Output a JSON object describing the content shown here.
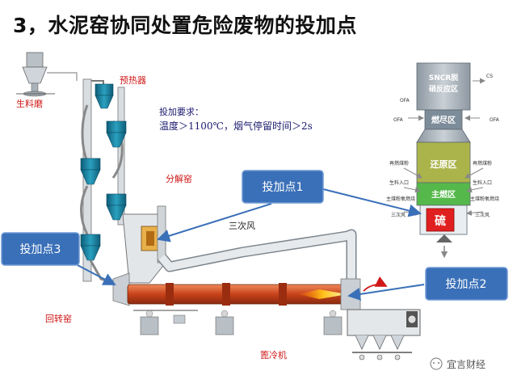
{
  "title": "3，水泥窑协同处置危险废物的投加点",
  "labels": {
    "raw_mill": "生料磨",
    "preheater": "预热器",
    "calciner": "分解窑",
    "tertiary_air": "三次风",
    "rotary_kiln": "回转窑",
    "cooler": "篦冷机"
  },
  "requirements": {
    "heading": "投加要求：",
    "line": "温度＞1100℃，烟气停留时间＞2s"
  },
  "callouts": {
    "point1": "投加点1",
    "point2": "投加点2",
    "point3": "投加点3"
  },
  "calciner_detail": {
    "zones": {
      "snc1": "SNCR脱",
      "snc2": "硝反应区",
      "burnout": "燃尽区",
      "reduction": "还原区",
      "main": "主燃区",
      "sulfur": "硫"
    },
    "side_labels": {
      "ofa_left_upper": "OFA",
      "ofa_right_upper": "OFA",
      "ofa_left_lower": "OFA",
      "cs": "CS",
      "coal_left": "再燃煤粉",
      "coal_right": "再燃煤粉",
      "raw_left": "生料入口",
      "raw_right": "生料入口",
      "burner_left": "主煤粉氧燃烧",
      "burner_right": "主煤粉氧燃烧",
      "tertiary_left": "三次风",
      "tertiary_right": "三次风"
    }
  },
  "watermark": "宜言财经",
  "colors": {
    "callout_fill": "#3a70b8",
    "callout_border": "#6f9ad4",
    "label_red": "#d01818",
    "kiln_orange": "#d9531e",
    "preheater_teal": "#1f7f9a",
    "zone_burnout": "#7d8c99",
    "zone_reduction": "#aab44a",
    "zone_main": "#55b84a",
    "zone_sulfur": "#e02020"
  }
}
